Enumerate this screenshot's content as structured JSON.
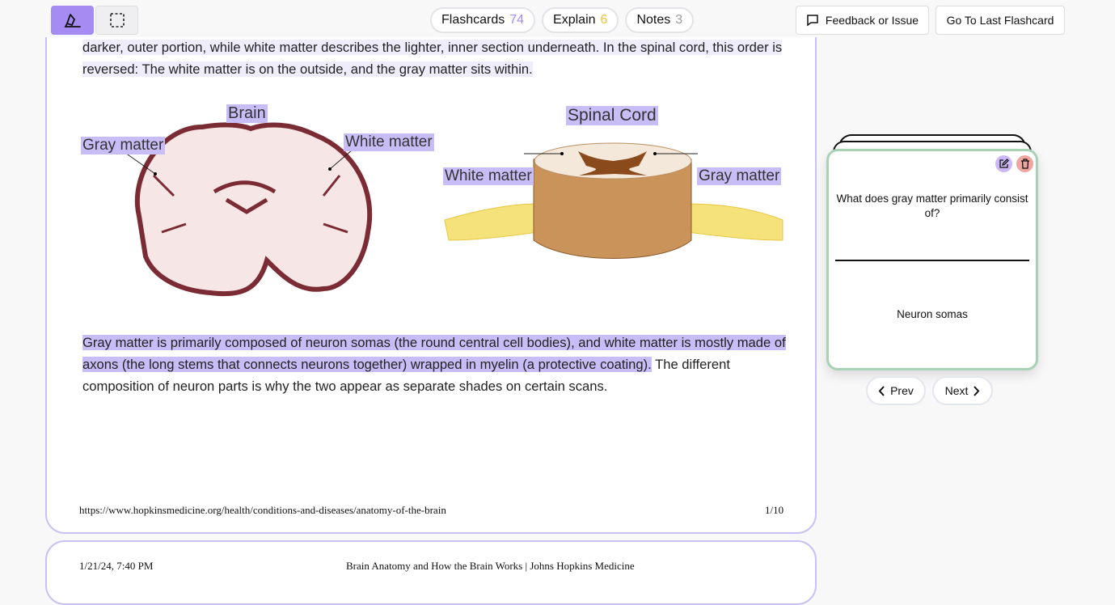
{
  "toolbar": {
    "tools": [
      {
        "name": "highlighter",
        "active": true
      },
      {
        "name": "select-area",
        "active": false
      }
    ]
  },
  "tabs": [
    {
      "label": "Flashcards",
      "count": "74",
      "color": "#a48cf2"
    },
    {
      "label": "Explain",
      "count": "6",
      "color": "#f2c230"
    },
    {
      "label": "Notes",
      "count": "3",
      "color": "#9a9aa2"
    }
  ],
  "actions": {
    "feedback": "Feedback or Issue",
    "last_flashcard": "Go To Last Flashcard"
  },
  "document": {
    "para1_line1": "darker, outer portion, while white matter describes the lighter, inner section underneath. In the spinal cord, this order is",
    "para1_line2": "reversed: The white matter is on the outside, and the gray matter sits within.",
    "figure": {
      "brain_title": "Brain",
      "spinal_title": "Spinal Cord",
      "brain_gray": "Gray matter",
      "brain_white": "White matter",
      "spinal_white": "White matter",
      "spinal_gray": "Gray matter"
    },
    "para2_highlighted": "Gray matter is primarily composed of neuron somas (the round central cell bodies), and white matter is mostly made of axons (the long stems that connects neurons together) wrapped in myelin (a protective coating).",
    "para2_rest": " The different composition of neuron parts is why the two appear as separate shades on certain scans.",
    "footer_url": "https://www.hopkinsmedicine.org/health/conditions-and-diseases/anatomy-of-the-brain",
    "footer_page": "1/10",
    "page2_date": "1/21/24, 7:40 PM",
    "page2_title": "Brain Anatomy and How the Brain Works | Johns Hopkins Medicine"
  },
  "flashcard": {
    "question": "What does gray matter primarily consist of?",
    "answer": "Neuron somas"
  },
  "nav": {
    "prev": "Prev",
    "next": "Next"
  }
}
